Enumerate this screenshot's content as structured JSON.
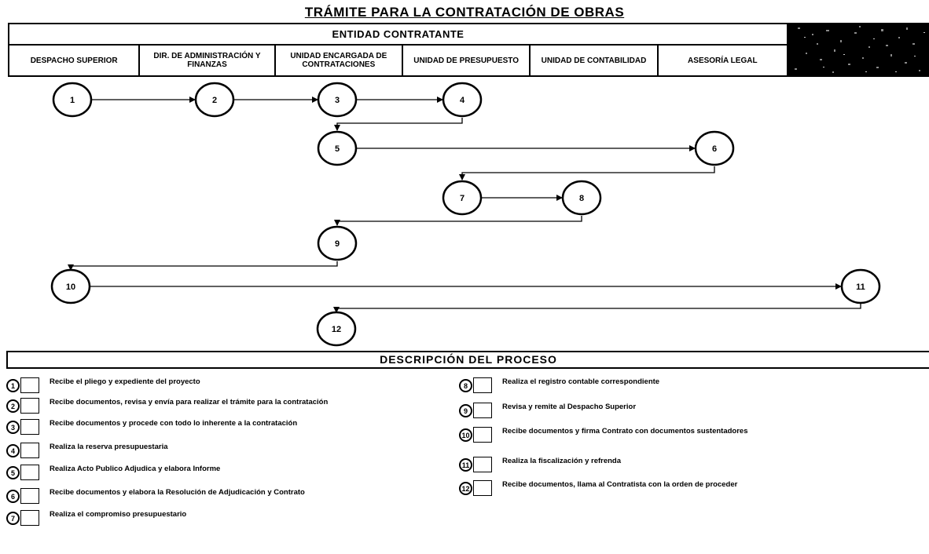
{
  "title": "TRÁMITE PARA LA CONTRATACIÓN DE OBRAS",
  "entidad": "ENTIDAD CONTRATANTE",
  "lanes": [
    "DESPACHO SUPERIOR",
    "DIR. DE ADMINISTRACIÓN Y FINANZAS",
    "UNIDAD ENCARGADA DE CONTRATACIONES",
    "UNIDAD DE PRESUPUESTO",
    "UNIDAD DE CONTABILIDAD",
    "ASESORÍA LEGAL"
  ],
  "nodes": [
    "1",
    "2",
    "3",
    "4",
    "5",
    "6",
    "7",
    "8",
    "9",
    "10",
    "11",
    "12"
  ],
  "description_title": "DESCRIPCIÓN DEL PROCESO",
  "steps": [
    {
      "num": "1",
      "text": "Recibe el pliego y expediente del proyecto"
    },
    {
      "num": "2",
      "text": "Recibe documentos, revisa y envía para realizar el trámite para la contratación"
    },
    {
      "num": "3",
      "text": "Recibe documentos y procede con todo lo inherente a la contratación"
    },
    {
      "num": "4",
      "text": "Realiza la reserva presupuestaria"
    },
    {
      "num": "5",
      "text": "Realiza Acto Publico  Adjudica y elabora Informe"
    },
    {
      "num": "6",
      "text": "Recibe documentos y elabora la Resolución de Adjudicación y Contrato"
    },
    {
      "num": "7",
      "text": "Realiza el compromiso presupuestario"
    },
    {
      "num": "8",
      "text": "Realiza el registro contable correspondiente"
    },
    {
      "num": "9",
      "text": "Revisa y remite al Despacho Superior"
    },
    {
      "num": "10",
      "text": "Recibe documentos y firma Contrato con documentos sustentadores"
    },
    {
      "num": "11",
      "text": "Realiza la fiscalización y refrenda"
    },
    {
      "num": "12",
      "text": "Recibe documentos, llama al Contratista con la orden de proceder"
    }
  ]
}
